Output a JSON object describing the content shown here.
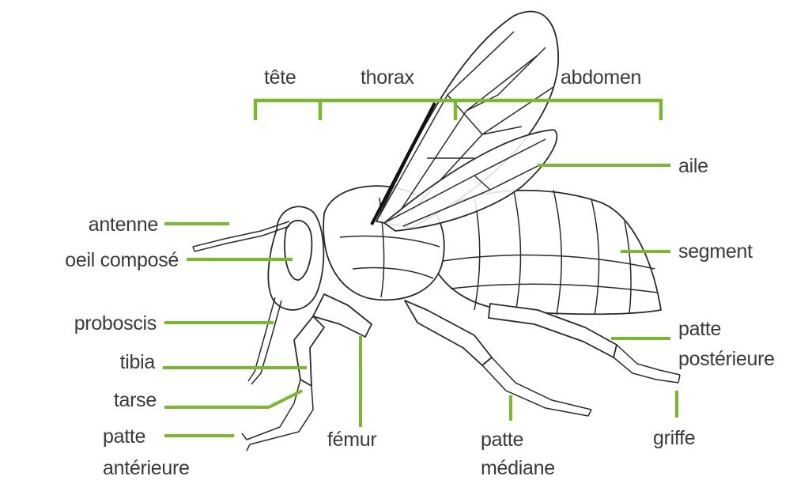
{
  "diagram": {
    "colors": {
      "leader": "#7ab82f",
      "outline": "#2a2a2a",
      "text": "#3a3a3a",
      "background": "#ffffff"
    },
    "sections": {
      "head": "tête",
      "thorax": "thorax",
      "abdomen": "abdomen"
    },
    "labels": {
      "wing": "aile",
      "segment": "segment",
      "antenna": "antenne",
      "compound_eye": "oeil composé",
      "proboscis": "proboscis",
      "tibia": "tibia",
      "tarsus": "tarse",
      "foreleg_line1": "patte",
      "foreleg_line2": "antérieure",
      "femur": "fémur",
      "midleg_line1": "patte",
      "midleg_line2": "médiane",
      "hindleg_line1": "patte",
      "hindleg_line2": "postérieure",
      "claw": "griffe"
    }
  }
}
